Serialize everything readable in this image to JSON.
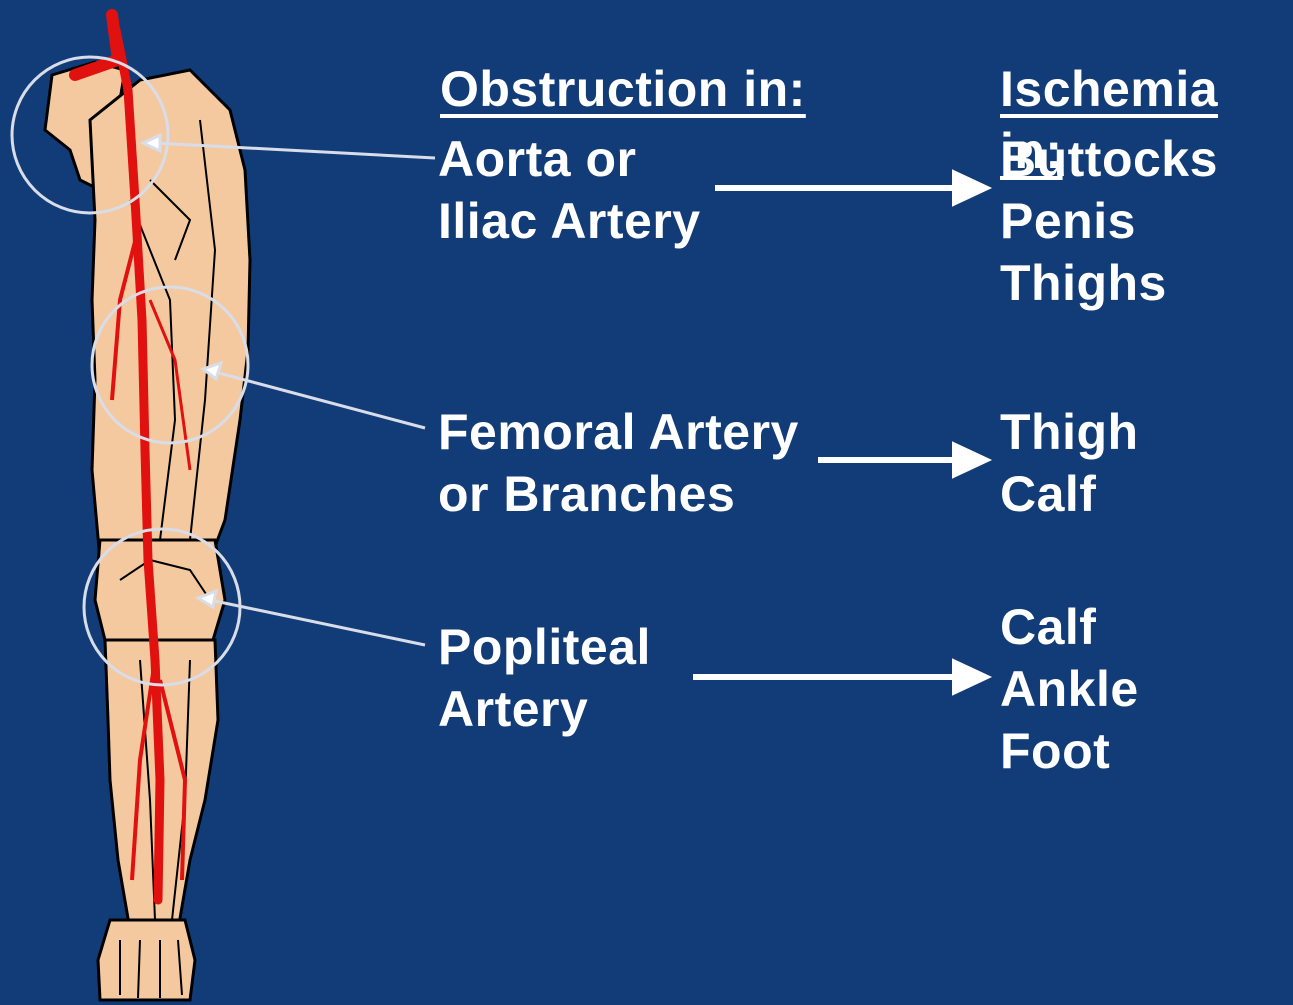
{
  "headers": {
    "obstruction": "Obstruction in:",
    "ischemia": "Ischemia in:"
  },
  "rows": [
    {
      "obstruction": "Aorta or\nIliac Artery",
      "ischemia": "Buttocks\nPenis\nThighs"
    },
    {
      "obstruction": "Femoral Artery\nor Branches",
      "ischemia": "Thigh\nCalf"
    },
    {
      "obstruction": "Popliteal\nArtery",
      "ischemia": "Calf\nAnkle\nFoot"
    }
  ],
  "colors": {
    "background": "#123c78",
    "text": "#ffffff",
    "artery": "#e0110e",
    "skin": "#f4c9a0",
    "outline": "#000000"
  }
}
